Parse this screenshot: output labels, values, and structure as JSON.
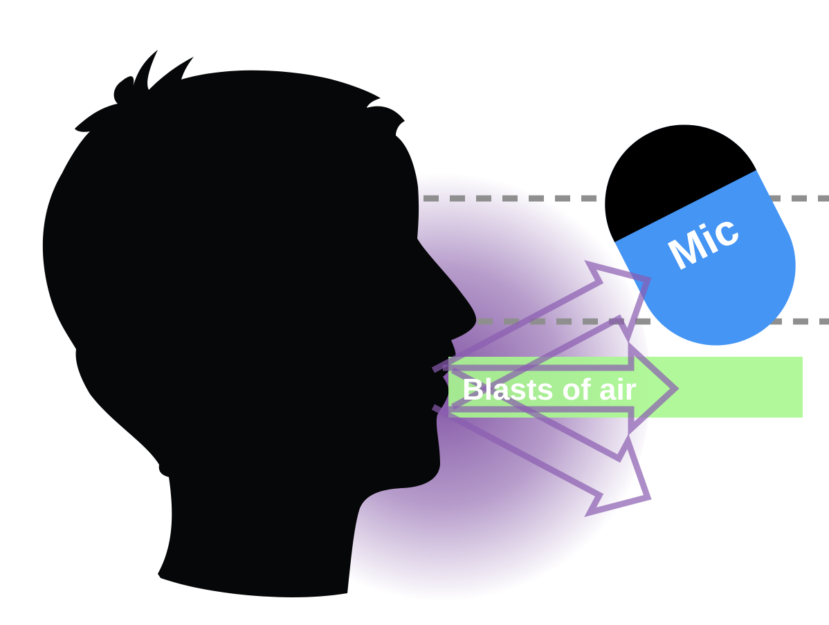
{
  "labels": {
    "mic": "Mic",
    "air": "Blasts of air"
  },
  "colors": {
    "head": "#060708",
    "glow": "#7a4a9f",
    "arrow": "#8a5cb0",
    "mic_body": "#4595f5",
    "mic_cap": "#000000",
    "band": "#a8f78f",
    "dashed_line": "#8f8f8f"
  },
  "arrow_angles_deg": [
    -28,
    0,
    28
  ]
}
